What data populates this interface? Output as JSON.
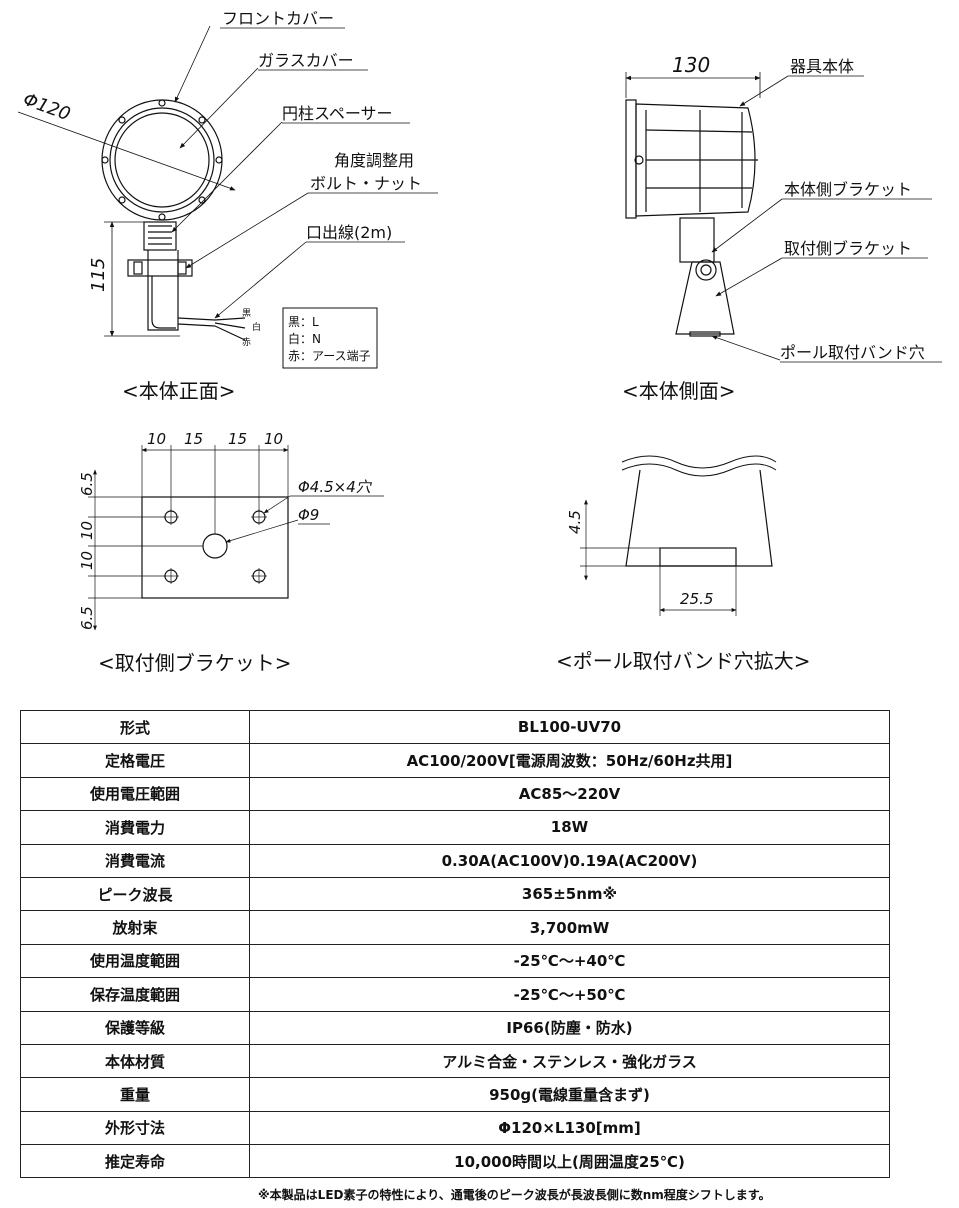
{
  "front_view": {
    "callouts": [
      "フロントカバー",
      "ガラスカバー",
      "円柱スペーサー",
      "角度調整用",
      "ボルト・ナット",
      "口出線(2m)"
    ],
    "dim_diameter": "Φ120",
    "dim_height": "115",
    "wire_labels": [
      "黒",
      "白",
      "赤"
    ],
    "legend": [
      "黒：L",
      "白：N",
      "赤：アース端子"
    ],
    "caption": "<本体正面>"
  },
  "side_view": {
    "dim_width": "130",
    "callouts": [
      "器具本体",
      "本体側ブラケット",
      "取付側ブラケット",
      "ポール取付バンド穴"
    ],
    "caption": "<本体側面>"
  },
  "bracket_view": {
    "dims_top": [
      "10",
      "15",
      "15",
      "10"
    ],
    "dims_left": [
      "6.5",
      "10",
      "10",
      "6.5"
    ],
    "hole_label_small": "Φ4.5×4穴",
    "hole_label_large": "Φ9",
    "caption": "<取付側ブラケット>"
  },
  "band_view": {
    "dim_height": "4.5",
    "dim_width": "25.5",
    "caption": "<ポール取付バンド穴拡大>"
  },
  "spec_table": [
    {
      "label": "形式",
      "value": "BL100-UV70"
    },
    {
      "label": "定格電圧",
      "value": "AC100/200V[電源周波数：50Hz/60Hz共用]"
    },
    {
      "label": "使用電圧範囲",
      "value": "AC85～220V"
    },
    {
      "label": "消費電力",
      "value": "18W"
    },
    {
      "label": "消費電流",
      "value": "0.30A(AC100V)0.19A(AC200V)"
    },
    {
      "label": "ピーク波長",
      "value": "365±5nm※"
    },
    {
      "label": "放射束",
      "value": "3,700mW"
    },
    {
      "label": "使用温度範囲",
      "value": "-25℃～+40℃"
    },
    {
      "label": "保存温度範囲",
      "value": "-25℃～+50℃"
    },
    {
      "label": "保護等級",
      "value": "IP66(防塵・防水)"
    },
    {
      "label": "本体材質",
      "value": "アルミ合金・ステンレス・強化ガラス"
    },
    {
      "label": "重量",
      "value": "950g(電線重量含まず)"
    },
    {
      "label": "外形寸法",
      "value": "Φ120×L130[mm]"
    },
    {
      "label": "推定寿命",
      "value": "10,000時間以上(周囲温度25℃)"
    }
  ],
  "footnote": "※本製品はLED素子の特性により、通電後のピーク波長が長波長側に数nm程度シフトします。"
}
